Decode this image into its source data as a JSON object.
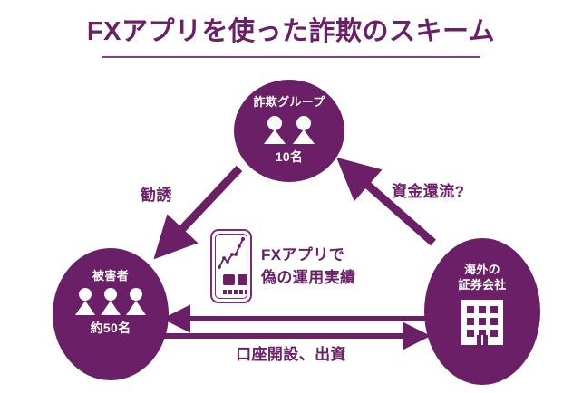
{
  "title": {
    "text": "FXアプリを使った詐欺のスキーム",
    "accent_color": "#6B1F66",
    "rule_color": "#8A3E86"
  },
  "colors": {
    "background": "#FFFFFF",
    "primary_purple": "#6B1F66",
    "icon_purple": "#7A2C76",
    "node_text": "#FFFFFF"
  },
  "diagram": {
    "type": "cycle-flow",
    "nodes": [
      {
        "id": "fraud-group",
        "label": "詐欺グループ",
        "count": "10名",
        "icon": "people-icon",
        "people_shown": 2,
        "position": "top-center"
      },
      {
        "id": "victims",
        "label": "被害者",
        "count": "約50名",
        "icon": "people-icon",
        "people_shown": 3,
        "position": "bottom-left"
      },
      {
        "id": "brokerage",
        "label_line1": "海外の",
        "label_line2": "証券会社",
        "icon": "building-icon",
        "position": "bottom-right"
      }
    ],
    "edges": [
      {
        "id": "solicitation",
        "label": "勧誘",
        "from": "fraud-group",
        "to": "victims",
        "direction": "down-left",
        "style": "solid-arrow"
      },
      {
        "id": "fund-reflux",
        "label": "資金還流?",
        "from": "brokerage",
        "to": "fraud-group",
        "direction": "up-left",
        "style": "solid-arrow"
      },
      {
        "id": "account-open",
        "label": "口座開設、出資",
        "from": "victims",
        "to": "brokerage",
        "direction": "right",
        "style": "solid-arrow"
      },
      {
        "id": "return-flow",
        "label": "",
        "from": "brokerage",
        "to": "victims",
        "direction": "left",
        "style": "solid-arrow"
      }
    ],
    "center_callout": {
      "icon": "smartphone-chart-icon",
      "caption_line1": "FXアプリで",
      "caption_line2": "偽の運用実績"
    }
  },
  "chart_data": {
    "type": "line",
    "title": "",
    "x": [
      0,
      1,
      2,
      3,
      4,
      5,
      6
    ],
    "values": [
      1,
      3,
      2,
      4,
      4,
      6,
      8
    ],
    "xlabel": "",
    "ylabel": "",
    "grid": false,
    "legend": "none",
    "note": "stylized ascending trend line inside the smartphone app icon"
  }
}
